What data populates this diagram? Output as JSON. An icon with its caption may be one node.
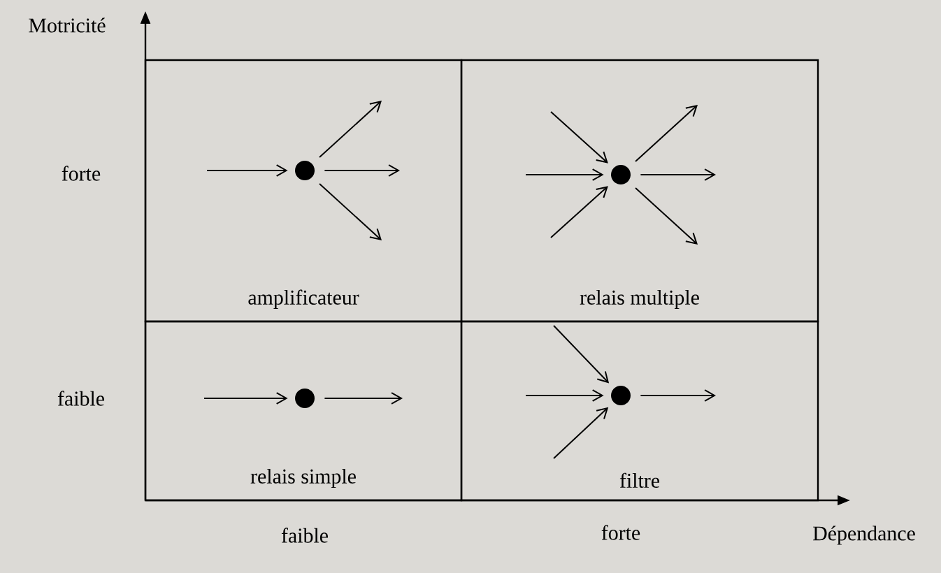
{
  "diagram": {
    "nodes": [
      {
        "text": [
          "amplificateur"
        ]
      },
      {
        "text": [],
        "shape": "circle",
        "in": 0
      },
      {
        "text": [
          "relais multiple"
        ]
      },
      {
        "text": [],
        "shape": "circle",
        "in": 2
      },
      {
        "text": [
          "relais simple"
        ]
      },
      {
        "text": [],
        "shape": "circle",
        "in": 4
      },
      {
        "text": [
          "filtre"
        ]
      },
      {
        "text": [],
        "shape": "circle",
        "in": 6
      }
    ],
    "edges": [
      {
        "from": null,
        "to": 1,
        "arrow": "to"
      },
      {
        "from": 1,
        "to": null,
        "arrow": "to"
      },
      {
        "from": 1,
        "to": null,
        "arrow": "to"
      },
      {
        "from": 1,
        "to": null,
        "arrow": "to"
      },
      {
        "from": null,
        "to": 3,
        "arrow": "to"
      },
      {
        "from": null,
        "to": 3,
        "arrow": "to"
      },
      {
        "from": null,
        "to": 3,
        "arrow": "to"
      },
      {
        "from": 3,
        "to": null,
        "arrow": "to"
      },
      {
        "from": 3,
        "to": null,
        "arrow": "to"
      },
      {
        "from": 3,
        "to": null,
        "arrow": "to"
      },
      {
        "from": null,
        "to": 5,
        "arrow": "to"
      },
      {
        "from": 5,
        "to": null,
        "arrow": "to"
      },
      {
        "from": null,
        "to": 7,
        "arrow": "to"
      },
      {
        "from": null,
        "to": 7,
        "arrow": "to"
      },
      {
        "from": null,
        "to": 7,
        "arrow": "to"
      },
      {
        "from": 7,
        "to": null,
        "arrow": "to"
      }
    ],
    "labels": [
      "Motricité",
      "forte",
      "faible",
      "faible",
      "forte",
      "Dépendance"
    ]
  }
}
